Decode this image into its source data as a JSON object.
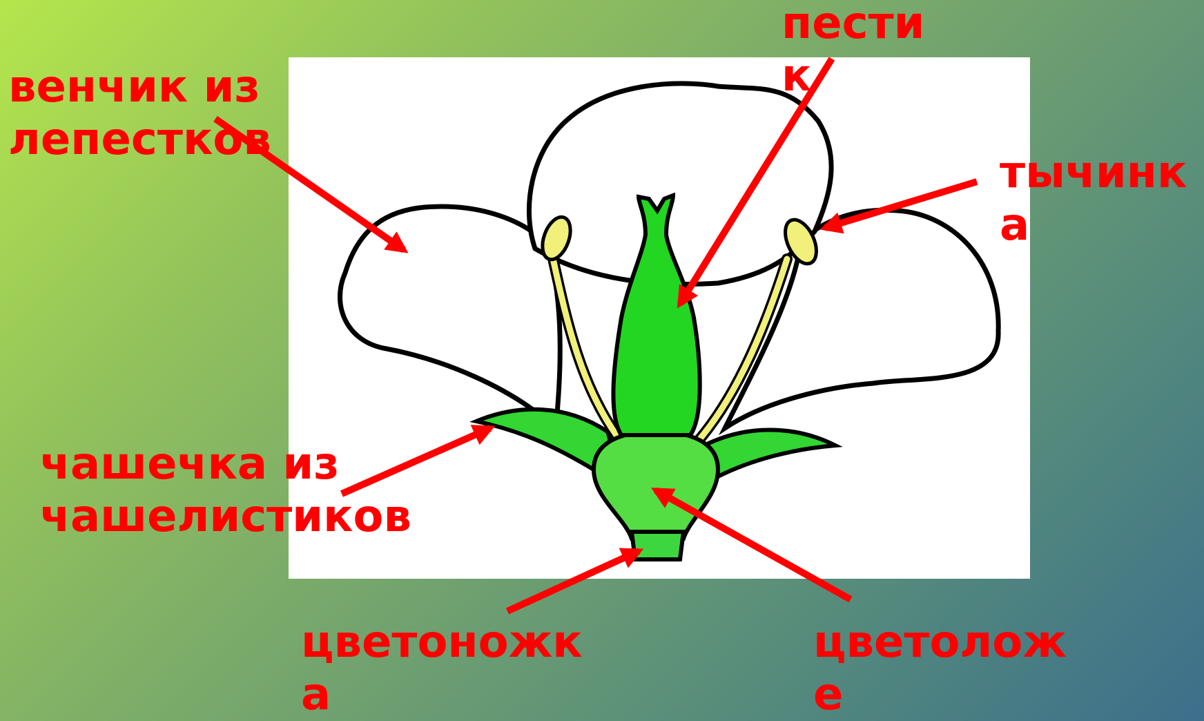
{
  "labels": {
    "corolla": {
      "line1": "венчик из",
      "line2": "лепестков"
    },
    "pistil": {
      "line1": "пести",
      "line2": "к"
    },
    "stamen": {
      "line1": "тычинк",
      "line2": "а"
    },
    "calyx": {
      "line1": "чашечка из",
      "line2": "чашелистиков"
    },
    "pedicel": {
      "line1": "цветоножк",
      "line2": "а"
    },
    "receptacle": {
      "line1": "цветолож",
      "line2": "е"
    }
  },
  "colors": {
    "label": "#ff0000",
    "arrow": "#ff0000",
    "petal_fill": "#ffffff",
    "outline": "#000000",
    "pistil": "#22d622",
    "sepal": "#33d633",
    "stamen": "#f0f07a"
  }
}
